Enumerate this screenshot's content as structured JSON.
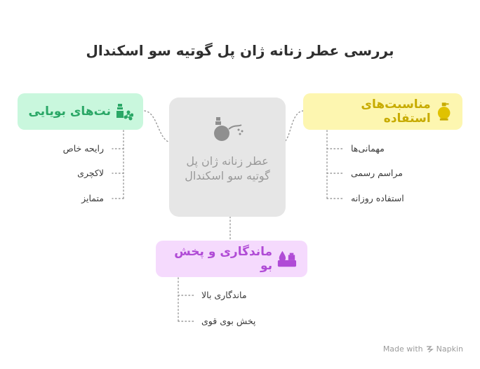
{
  "title": "بررسی عطر زنانه ژان پل گوتیه سو اسکندال",
  "center": {
    "label": "عطر زنانه ژان پل گوتیه سو اسکندال",
    "icon": "perfume-bottle-icon"
  },
  "branches": {
    "notes": {
      "label": "نت‌های بویایی",
      "icon": "flower-perfume-icon",
      "color": "#2aa766",
      "items": [
        "رایحه خاص",
        "لاکچری",
        "متمایز"
      ]
    },
    "occasions": {
      "label": "مناسبت‌های استفاده",
      "icon": "spray-bottle-icon",
      "color": "#c7ab00",
      "items": [
        "مهمانی‌ها",
        "مراسم رسمی",
        "استفاده روزانه"
      ]
    },
    "longevity": {
      "label": "ماندگاری و پخش بو",
      "icon": "drop-bottle-icon",
      "color": "#b04bd6",
      "items": [
        "ماندگاری بالا",
        "پخش بوی قوی"
      ]
    }
  },
  "footer": {
    "made_with": "Made with",
    "brand": "Napkin"
  }
}
